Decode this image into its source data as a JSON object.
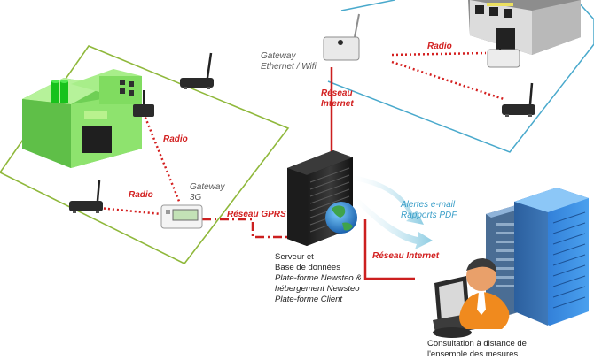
{
  "labels": {
    "radio_top_right": "Radio",
    "radio_left_building": "Radio",
    "radio_left_bottom": "Radio",
    "gateway_ethernet_line1": "Gateway",
    "gateway_ethernet_line2": "Ethernet / Wifi",
    "reseau_internet_top_line1": "Réseau",
    "reseau_internet_top_line2": "Internet",
    "gateway_3g_line1": "Gateway",
    "gateway_3g_line2": "3G",
    "reseau_gprs": "Réseau GPRS",
    "alertes_line1": "Alertes e-mail",
    "alertes_line2": "Rapports PDF",
    "reseau_internet_bottom": "Réseau Internet",
    "server_desc": {
      "line1": "Serveur et",
      "line2": "Base de données",
      "line3": "Plate-forme Newsteo &",
      "line4": "hébergement Newsteo",
      "line5": "Plate-forme Client"
    },
    "consultation_line1": "Consultation à distance de",
    "consultation_line2": "l'ensemble des mesures"
  },
  "colors": {
    "site_outline_green": "#8fb83b",
    "site_outline_blue": "#49a9cc",
    "network_red": "#cc1f1f",
    "radio_dotted_red": "#d42020",
    "arrow_blue": "#8ecde3",
    "building_green": "#8ee36e",
    "tower_blue": "#2f7fd6"
  }
}
